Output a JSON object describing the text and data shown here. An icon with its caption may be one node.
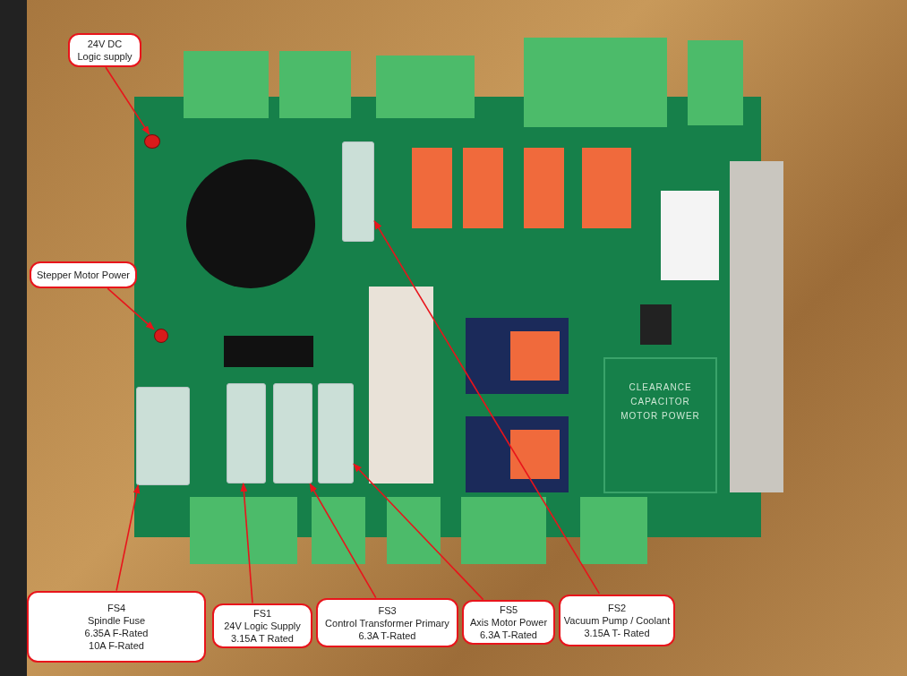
{
  "diagram": {
    "nodes": [
      {
        "text": [
          "24V DC",
          "Logic supply"
        ]
      },
      {
        "text": [],
        "shape": "circle"
      },
      {
        "text": [
          "Stepper Motor Power"
        ]
      },
      {
        "text": [],
        "shape": "circle"
      },
      {
        "text": [],
        "shape": "box"
      },
      {
        "text": [],
        "shape": "box"
      },
      {
        "text": [],
        "shape": "box"
      },
      {
        "text": [],
        "shape": "box"
      },
      {
        "text": [],
        "shape": "box"
      },
      {
        "text": [
          "FS4",
          "Spindle Fuse",
          "6.35A F-Rated",
          "10A F-Rated"
        ]
      },
      {
        "text": [
          "FS1",
          "24V Logic Supply",
          "3.15A T Rated"
        ]
      },
      {
        "text": [
          "FS3",
          "Control Transformer Primary",
          "6.3A T-Rated"
        ]
      },
      {
        "text": [
          "FS5",
          "Axis Motor Power",
          "6.3A T-Rated"
        ]
      },
      {
        "text": [
          "FS2",
          "Vacuum Pump / Coolant",
          "3.15A T- Rated"
        ]
      }
    ],
    "edges": [
      {
        "from": 0,
        "to": 1,
        "arrow": "to"
      },
      {
        "from": 2,
        "to": 3,
        "arrow": "to"
      },
      {
        "from": 9,
        "to": 4,
        "arrow": "to"
      },
      {
        "from": 10,
        "to": 5,
        "arrow": "to"
      },
      {
        "from": 11,
        "to": 6,
        "arrow": "to"
      },
      {
        "from": 12,
        "to": 7,
        "arrow": "to"
      },
      {
        "from": 13,
        "to": 8,
        "arrow": "to"
      }
    ],
    "labels": [
      "CLEARANCE CAPACITOR MOTOR POWER"
    ]
  }
}
